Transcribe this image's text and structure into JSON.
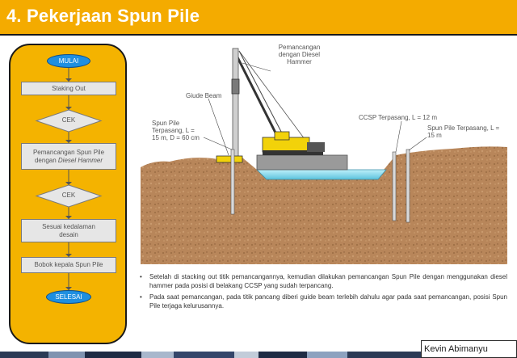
{
  "slide": {
    "title": "4. Pekerjaan Spun Pile"
  },
  "flowchart": {
    "start": "MULAI",
    "step1": "Staking Out",
    "check1": "CEK",
    "step2_line1": "Pemancangan Spun Pile",
    "step2_line2_prefix": "dengan ",
    "step2_line2_italic": "Diesel Hammer",
    "check2": "CEK",
    "step3_line1": "Sesuai kedalaman",
    "step3_line2": "desain",
    "step4": "Bobok kepala Spun Pile",
    "end": "SELESAI"
  },
  "illustration": {
    "crane_label_1": "Pemancangan",
    "crane_label_2": "dengan Diesel",
    "crane_label_3": "Hammer",
    "guide_beam": "Giude Beam",
    "pile_left_1": "Spun Pile",
    "pile_left_2": "Terpasang, L =",
    "pile_left_3": "15 m, D = 60 cm",
    "ccsp": "CCSP Terpasang, L = 12 m",
    "pile_right_1": "Spun Pile Terpasang, L =",
    "pile_right_2": "15 m"
  },
  "bullets": [
    "Setelah di stacking out titik pemancangannya, kemudian dilakukan pemancangan Spun Pile dengan menggunakan diesel hammer pada posisi di belakang CCSP yang sudah terpancang.",
    "Pada saat pemancangan, pada titik pancang diberi guide beam terlebih dahulu agar pada saat pemancangan, posisi Spun Pile terjaga kelurusannya."
  ],
  "bullet_symbol": "•",
  "author": "Kevin Abimanyu",
  "colors": {
    "title_bar": "#f4ab00",
    "panel": "#f4b300",
    "oval": "#1f8fe0",
    "soil": "#b8865a",
    "water": "#7fd6e8",
    "crane_body": "#f2d20a"
  }
}
